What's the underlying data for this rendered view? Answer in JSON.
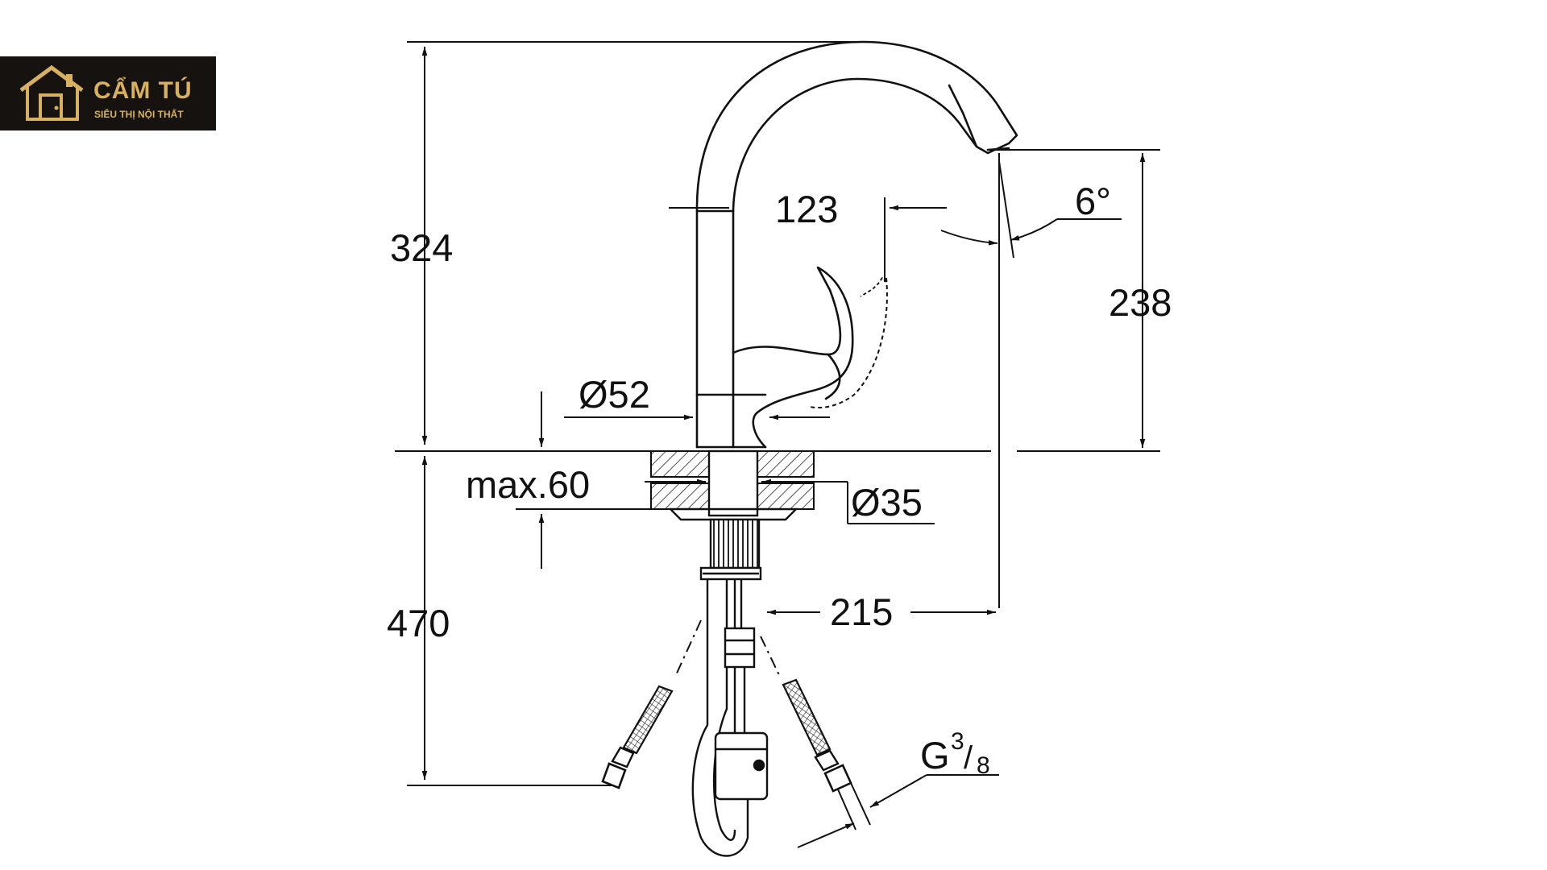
{
  "logo": {
    "brand": "CẨM TÚ",
    "tagline": "SIÊU THỊ NỘI THẤT",
    "icon": "house-logo-icon",
    "color": "#d7b15e",
    "background": "#161210"
  },
  "dimensions": {
    "height_above_deck": "324",
    "height_below_deck": "470",
    "spout_outlet_height": "238",
    "handle_reach": "123",
    "spout_angle": "6°",
    "body_diameter": "Ø52",
    "deck_thickness": "max.60",
    "hole_diameter": "Ø35",
    "spout_reach": "215",
    "thread_prefix": "G",
    "thread_numerator": "3",
    "thread_denominator": "8"
  },
  "line_color": "#111111"
}
